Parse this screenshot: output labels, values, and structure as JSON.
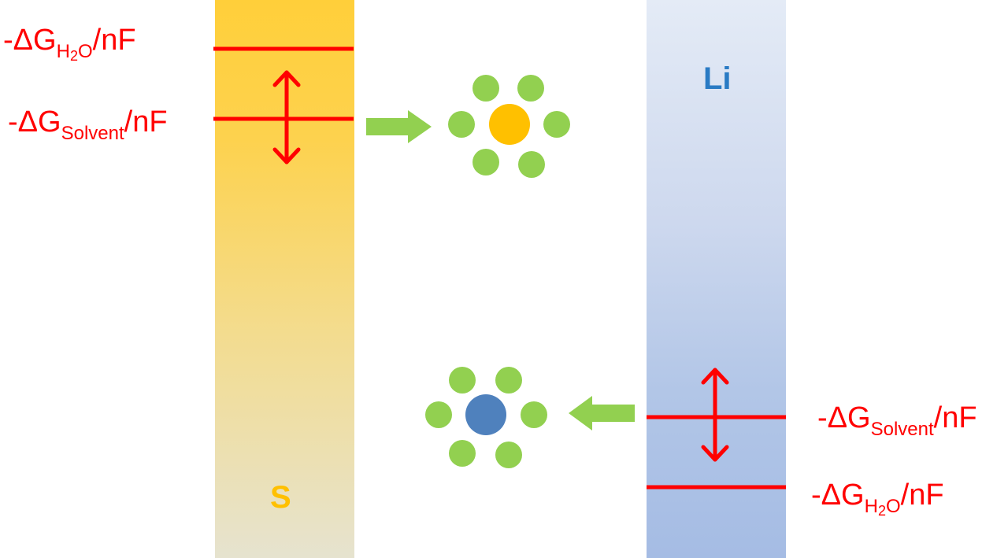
{
  "bands": {
    "left": {
      "label": "S",
      "color": "#ffc000"
    },
    "right": {
      "label": "Li",
      "color": "#2a7bc4"
    }
  },
  "levels": {
    "left_upper": {
      "prefix": "-ΔG",
      "subscript_main": "H",
      "subscript_sub": "2",
      "subscript_tail": "O",
      "suffix": "/nF"
    },
    "left_lower": {
      "prefix": "-ΔG",
      "subscript": "Solvent",
      "suffix": "/nF"
    },
    "right_upper": {
      "prefix": "-ΔG",
      "subscript": "Solvent",
      "suffix": "/nF"
    },
    "right_lower": {
      "prefix": "-ΔG",
      "subscript_main": "H",
      "subscript_sub": "2",
      "subscript_tail": "O",
      "suffix": "/nF"
    }
  },
  "colors": {
    "level_line": "#ff0000",
    "arrow_green": "#92d050",
    "solvent_molecule": "#92d050",
    "cation_core": "#ffc000",
    "anion_core": "#4f81bd"
  },
  "icons": {
    "solvated_cation": "solvated-cation-icon",
    "solvated_anion": "solvated-anion-icon"
  }
}
